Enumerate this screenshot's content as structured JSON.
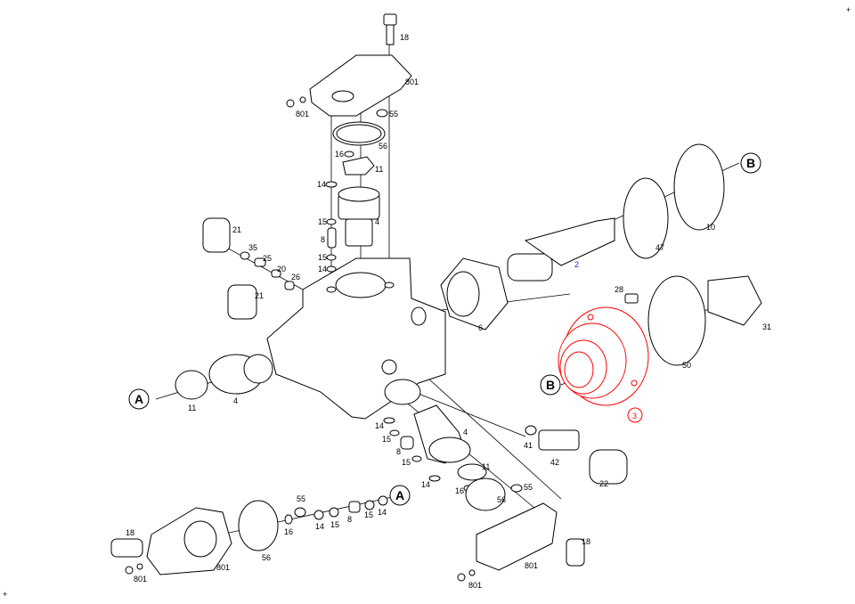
{
  "diagram": {
    "title_marks": {
      "corner_mark": "+"
    },
    "callouts": {
      "ref_a": "A",
      "ref_b": "B",
      "highlight_part": "3"
    },
    "colors": {
      "highlight": "#ff0000",
      "shaft_label": "#1a2bd6"
    },
    "labels": {
      "top_bolt": "18",
      "top_cover": "801",
      "top_screw": "801",
      "top_ring55": "55",
      "top_seal56": "56",
      "top_ring16": "16",
      "top_plate11": "11",
      "top_washer14a": "14",
      "top_ring15a": "15",
      "top_spring4": "4",
      "top_pin8": "8",
      "top_ring15b": "15",
      "top_washer14b": "14",
      "left_cap21a": "21",
      "left_ring35": "35",
      "left_part25": "25",
      "left_part20": "20",
      "left_part26": "26",
      "left_cap21b": "21",
      "bushing6": "6",
      "shaft2": "2",
      "ring47": "47",
      "ring10": "10",
      "screw28": "28",
      "bracket31": "31",
      "ring50": "50",
      "left_plate11": "11",
      "left_spring4": "4",
      "mid_washer14a": "14",
      "mid_ring15a": "15",
      "mid_pin8": "8",
      "mid_ring15b": "15",
      "mid_spring4": "4",
      "mid_plate11": "11",
      "mid_washer14b": "14",
      "mid_ring16": "16",
      "mid_seal56": "56",
      "mid_ring55": "55",
      "ring41": "41",
      "fitting42": "42",
      "cap22": "22",
      "br_bolt18": "18",
      "br_cover801": "801",
      "br_screw801": "801",
      "bl_ring55": "55",
      "bl_washer14a": "14",
      "bl_ring15a": "15",
      "bl_pin8": "8",
      "bl_ring15b": "15",
      "bl_washer14b": "14",
      "bl_ring16": "16",
      "bl_seal56": "56",
      "bl_bolt18": "18",
      "bl_cover801": "801",
      "bl_screw801": "801"
    }
  }
}
